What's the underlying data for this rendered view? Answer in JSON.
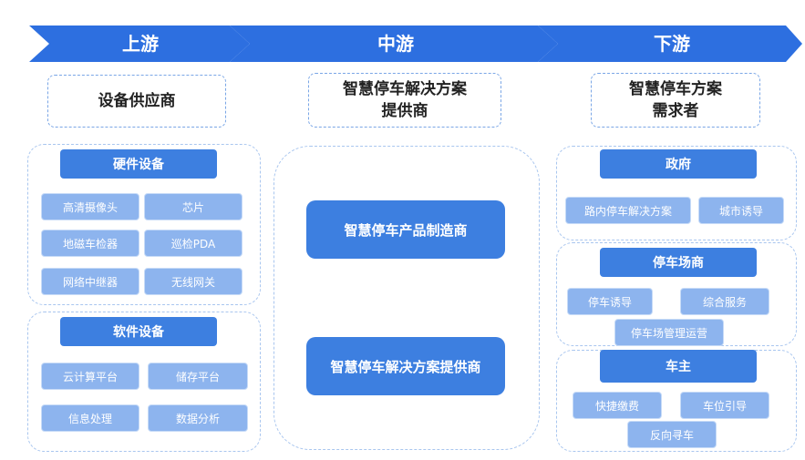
{
  "stages": {
    "upstream": "上游",
    "midstream": "中游",
    "downstream": "下游"
  },
  "upstream": {
    "title": "设备供应商",
    "hardware": {
      "header": "硬件设备",
      "items": [
        "高清摄像头",
        "芯片",
        "地磁车检器",
        "巡检PDA",
        "网络中继器",
        "无线网关"
      ]
    },
    "software": {
      "header": "软件设备",
      "items": [
        "云计算平台",
        "储存平台",
        "信息处理",
        "数据分析"
      ]
    }
  },
  "midstream": {
    "title_line1": "智慧停车解决方案",
    "title_line2": "提供商",
    "box1": "智慧停车产品制造商",
    "box2": "智慧停车解决方案提供商"
  },
  "downstream": {
    "title_line1": "智慧停车方案",
    "title_line2": "需求者",
    "government": {
      "header": "政府",
      "items": [
        "路内停车解决方案",
        "城市诱导"
      ]
    },
    "parking_operator": {
      "header": "停车场商",
      "items": [
        "停车诱导",
        "综合服务",
        "停车场管理运营"
      ]
    },
    "car_owner": {
      "header": "车主",
      "items": [
        "快捷缴费",
        "车位引导",
        "反向寻车"
      ]
    }
  },
  "colors": {
    "arrow": "#2d6fe0",
    "header": "#3d7fe0",
    "chip": "#8db4ee",
    "dash": "#a9c6ef"
  }
}
